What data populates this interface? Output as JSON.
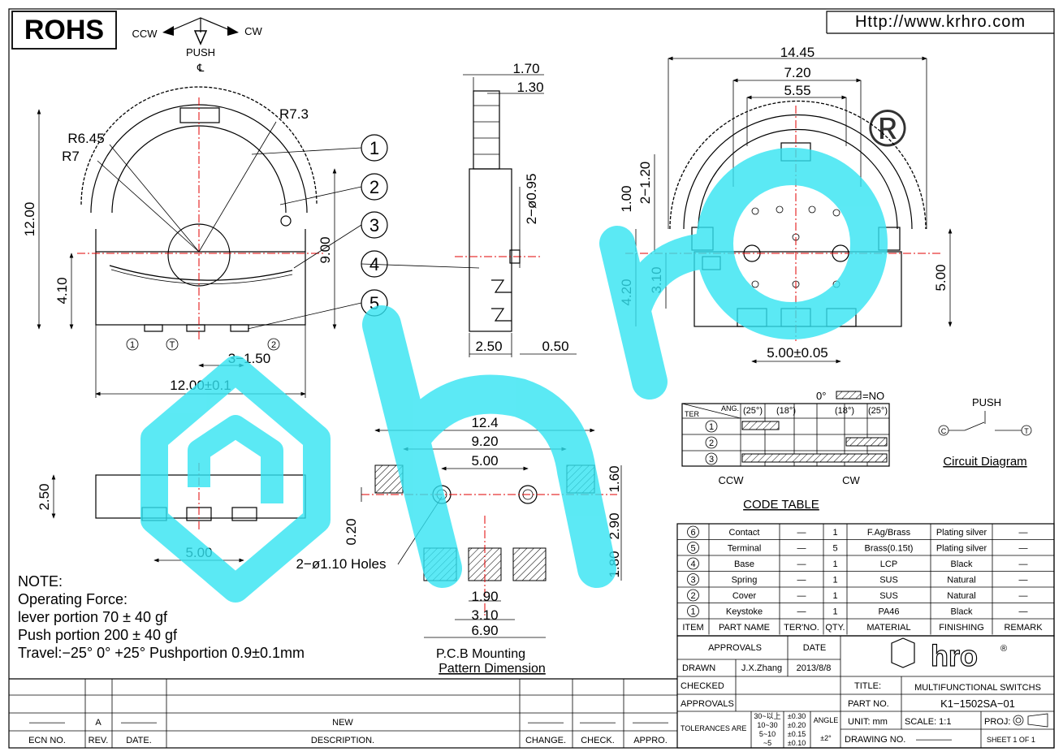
{
  "header": {
    "rohs": "ROHS",
    "website": "Http://www.krhro.com",
    "ccw": "CCW",
    "cw": "CW",
    "push": "PUSH",
    "centerline": "℄"
  },
  "dims_front": {
    "r645": "R6.45",
    "r7": "R7",
    "r73": "R7.3",
    "h1200": "12.00",
    "h900": "9.00",
    "h410": "4.10",
    "p150": "3−1.50",
    "w1200": "12.00±0.1"
  },
  "dims_side": {
    "d170": "1.70",
    "d130": "1.30",
    "d095": "2−ø0.95",
    "d250": "2.50",
    "d050": "0.50"
  },
  "dims_rear": {
    "w1445": "14.45",
    "w720": "7.20",
    "w555": "5.55",
    "h100": "1.00",
    "h120": "2−1.20",
    "h310": "3.10",
    "h420": "4.20",
    "h500": "5.00",
    "p500": "5.00±0.05"
  },
  "dims_bottom": {
    "h250": "2.50",
    "p500": "5.00"
  },
  "dims_pcb": {
    "w124": "12.4",
    "w920": "9.20",
    "w500": "5.00",
    "h160": "1.60",
    "h290": "2.90",
    "h180": "1.80",
    "h020": "0.20",
    "holes": "2−ø1.10 Holes",
    "w190": "1.90",
    "w310": "3.10",
    "w690": "6.90",
    "caption1": "P.C.B Mounting",
    "caption2": "Pattern Dimension"
  },
  "balloons": [
    "1",
    "2",
    "3",
    "4",
    "5"
  ],
  "terminal_labels": {
    "t1": "1",
    "tT": "T",
    "t2": "2"
  },
  "notes": [
    "NOTE:",
    "Operating Force:",
    "lever portion 70 ± 40 gf",
    "Push portion 200 ± 40 gf",
    "Travel:−25° 0° +25° Pushportion 0.9±0.1mm"
  ],
  "code_table": {
    "title": "CODE TABLE",
    "zero": "0°",
    "no": "=NO",
    "ang": "ANG.",
    "ter": "TER",
    "angles": [
      "(25°)",
      "(18°)",
      "(18°)",
      "(25°)"
    ],
    "rows": [
      "1",
      "2",
      "3"
    ],
    "ccw": "CCW",
    "cw": "CW"
  },
  "circuit": {
    "push": "PUSH",
    "c": "C",
    "t": "T",
    "label": "Circuit Diagram"
  },
  "bom": {
    "rows": [
      {
        "item": "6",
        "name": "Contact",
        "ter": "—",
        "qty": "1",
        "material": "F.Ag/Brass",
        "finish": "Plating silver",
        "remark": "—"
      },
      {
        "item": "5",
        "name": "Terminal",
        "ter": "—",
        "qty": "5",
        "material": "Brass(0.15t)",
        "finish": "Plating silver",
        "remark": "—"
      },
      {
        "item": "4",
        "name": "Base",
        "ter": "—",
        "qty": "1",
        "material": "LCP",
        "finish": "Black",
        "remark": "—"
      },
      {
        "item": "3",
        "name": "Spring",
        "ter": "—",
        "qty": "1",
        "material": "SUS",
        "finish": "Natural",
        "remark": "—"
      },
      {
        "item": "2",
        "name": "Cover",
        "ter": "—",
        "qty": "1",
        "material": "SUS",
        "finish": "Natural",
        "remark": "—"
      },
      {
        "item": "1",
        "name": "Keystoke",
        "ter": "—",
        "qty": "1",
        "material": "PA46",
        "finish": "Black",
        "remark": "—"
      }
    ],
    "headers": [
      "ITEM",
      "PART NAME",
      "TER'NO.",
      "QTY.",
      "MATERIAL",
      "FINISHING",
      "REMARK"
    ]
  },
  "title_block": {
    "approvals": "APPROVALS",
    "date": "DATE",
    "drawn": "DRAWN",
    "drawn_by": "J.X.Zhang",
    "drawn_date": "2013/8/8",
    "checked": "CHECKED",
    "approvals2": "APPROVALS",
    "title_label": "TITLE:",
    "title": "MULTIFUNCTIONAL SWITCHS",
    "part_no_label": "PART NO.",
    "part_no": "K1−1502SA−01",
    "tolerances": "TOLERANCES ARE",
    "tol_ranges": [
      "30~以上",
      "10~30",
      "5~10",
      "~5"
    ],
    "tol_values": [
      "±0.30",
      "±0.20",
      "±0.15",
      "±0.10"
    ],
    "angle": "ANGLE",
    "angle_tol": "±2°",
    "unit": "UNIT: mm",
    "scale": "SCALE:  1:1",
    "proj": "PROJ:",
    "drawing_no": "DRAWING NO.",
    "drawing_no_val": "————",
    "sheet": "SHEET   1  OF  1",
    "brand": "hro",
    "reg": "®"
  },
  "revision": {
    "rev_mark": "A",
    "desc": "NEW",
    "headers": [
      "ECN NO.",
      "REV.",
      "DATE.",
      "DESCRIPTION.",
      "CHANGE.",
      "CHECK.",
      "APPRO."
    ],
    "dash": "————"
  },
  "watermark": {
    "text": "hro",
    "reg": "®",
    "color": "#33e4f2"
  }
}
